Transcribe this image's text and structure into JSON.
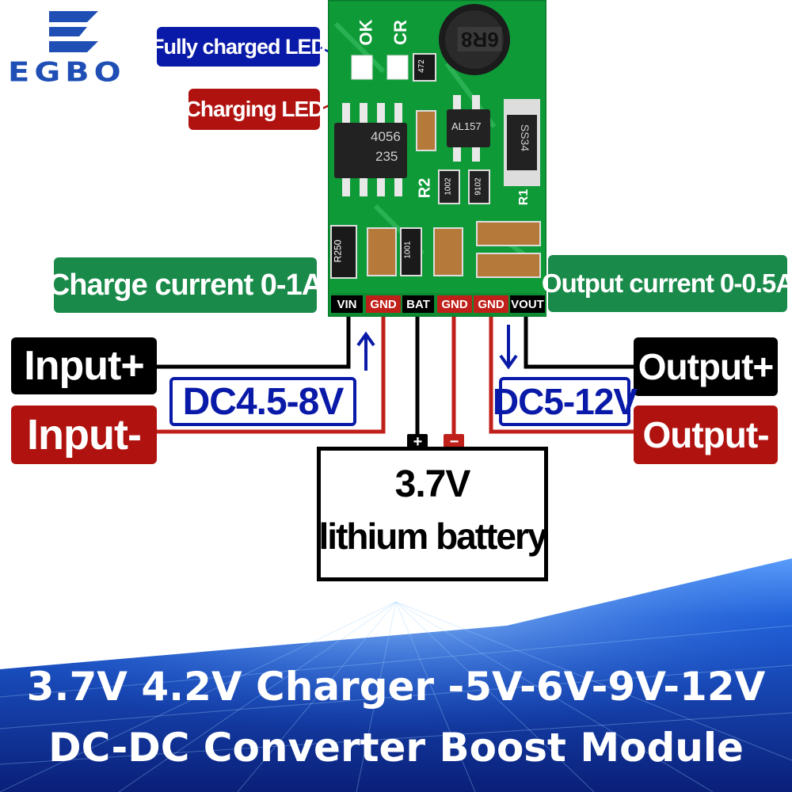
{
  "logo": {
    "text": "EGBO"
  },
  "board": {
    "silk_ok": "OK",
    "silk_cr": "CR",
    "inductor": "6R8",
    "chip_charger": [
      "4056",
      "235"
    ],
    "chip_boost": "AL157",
    "diode": "SS34",
    "r2": "R2",
    "r1": "R1",
    "res_472": "472",
    "res_1002": "1002",
    "res_9102": "9102",
    "res_r250": "R250",
    "res_1001": "1001",
    "pins": [
      "VIN",
      "GND",
      "BAT",
      "GND",
      "GND",
      "VOUT"
    ]
  },
  "labels": {
    "fully_charged_led": "Fully charged LED",
    "charging_led": "Charging LED",
    "charge_current": "Charge current 0-1A",
    "output_current": "Output current 0-0.5A",
    "input_plus": "Input+",
    "input_minus": "Input-",
    "output_plus": "Output+",
    "output_minus": "Output-",
    "dc_input": "DC4.5-8V",
    "dc_output": "DC5-12V",
    "battery_plus": "+",
    "battery_minus": "−",
    "battery_voltage": "3.7V",
    "battery_type": "lithium battery"
  },
  "footer": {
    "line1": "3.7V 4.2V Charger -5V-6V-9V-12V",
    "line2": "DC-DC Converter Boost Module"
  },
  "colors": {
    "pcb_green": "#0f9a38",
    "label_blue": "#0a1aa8",
    "label_red": "#b0130f",
    "label_green": "#1a8a4a",
    "label_black": "#000000",
    "wire_red": "#c0201a",
    "footer_blue": "#0c2a8c"
  }
}
